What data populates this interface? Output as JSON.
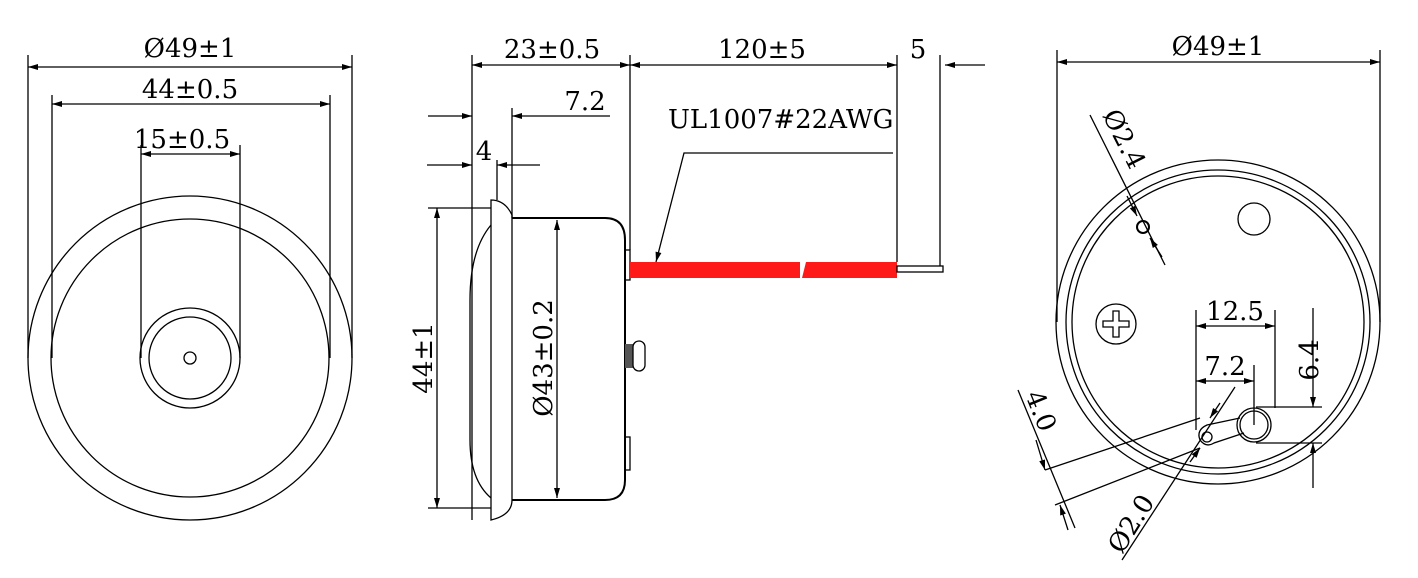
{
  "front_view": {
    "dim_outer_diameter": "Ø49±1",
    "dim_mid_diameter": "44±0.5",
    "dim_center_diameter": "15±0.5"
  },
  "side_view": {
    "dim_depth": "23±0.5",
    "dim_wire_length": "120±5",
    "dim_strip_length": "5",
    "dim_flange_offset": "7.2",
    "dim_flange_thickness": "4",
    "dim_height": "44±1",
    "dim_body_diameter": "Ø43±0.2",
    "wire_label": "UL1007#22AWG",
    "wire_color": "#ff1a1a"
  },
  "back_view": {
    "dim_outer_diameter": "Ø49±1",
    "dim_hole_diameter": "Ø2.4",
    "dim_terminal_spacing": "12.5",
    "dim_terminal_offset": "7.2",
    "dim_terminal_vertical": "6.4",
    "dim_tab_width": "4.0",
    "dim_tab_hole": "Ø2.0"
  }
}
